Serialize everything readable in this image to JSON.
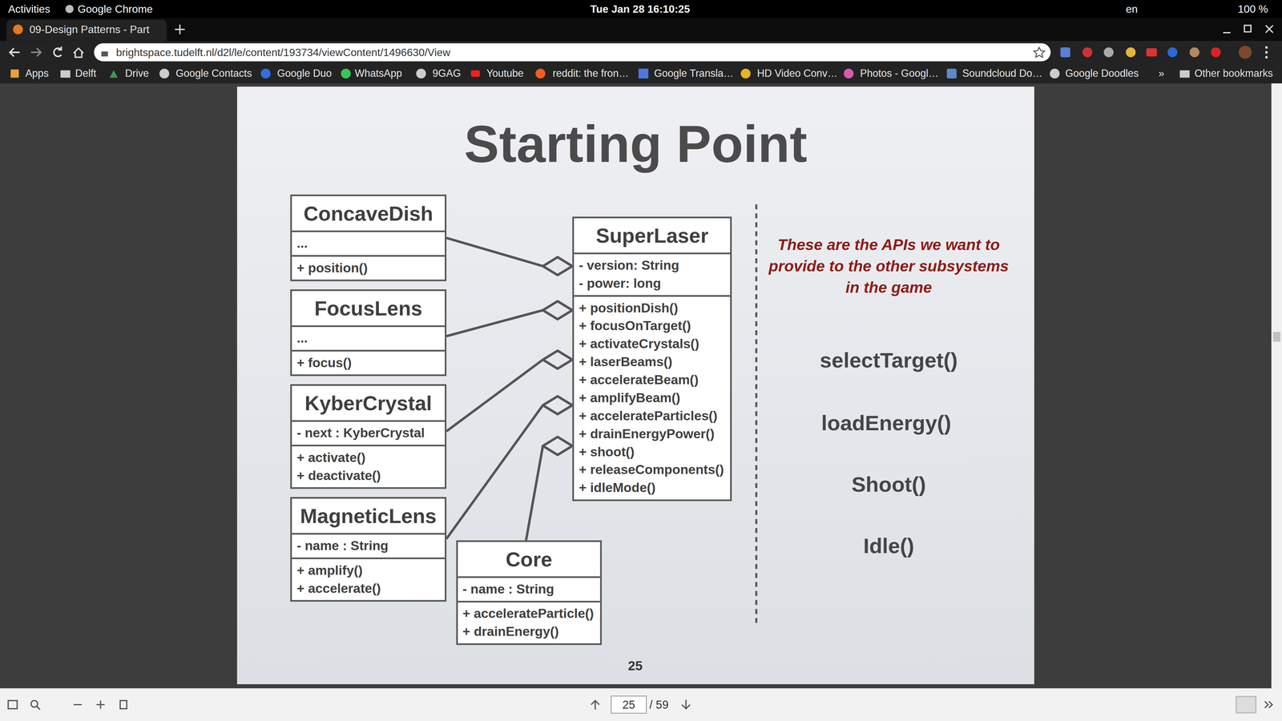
{
  "diagram": {
    "title": "Starting Point",
    "nodes": [
      {
        "text": [
          "ConcaveDish",
          "...",
          "+ position()"
        ]
      },
      {
        "text": [
          "FocusLens",
          "...",
          "+ focus()"
        ]
      },
      {
        "text": [
          "KyberCrystal",
          "- next : KyberCrystal",
          "+ activate()",
          "+ deactivate()"
        ]
      },
      {
        "text": [
          "MagneticLens",
          "- name : String",
          "+ amplify()",
          "+ accelerate()"
        ]
      },
      {
        "text": [
          "Core",
          "- name : String",
          "+ accelerateParticle()",
          "+ drainEnergy()"
        ]
      },
      {
        "text": [
          "SuperLaser",
          "- version: String",
          "- power: long",
          "+ positionDish()",
          "+ focusOnTarget()",
          "+ activateCrystals()",
          "+ laserBeams()",
          "+ accelerateBeam()",
          "+ amplifyBeam()",
          "+ accelerateParticles()",
          "+ drainEnergyPower()",
          "+ shoot()",
          "+ releaseComponents()",
          "+ idleMode()"
        ]
      }
    ],
    "edges": [
      {
        "from": 0,
        "to": 5,
        "arrow": "to"
      },
      {
        "from": 1,
        "to": 5,
        "arrow": "to"
      },
      {
        "from": 2,
        "to": 5,
        "arrow": "to"
      },
      {
        "from": 3,
        "to": 5,
        "arrow": "to"
      },
      {
        "from": 4,
        "to": 5,
        "arrow": "to"
      }
    ],
    "labels": [
      "Activities",
      "Google Chrome",
      "Tue Jan 28  16:10:25",
      "en",
      "100 %",
      "09-Design Patterns - Part",
      "brightspace.tudelft.nl/d2l/le/content/193734/viewContent/1496630/View",
      "Apps",
      "Delft",
      "Drive",
      "Google Contacts",
      "Google Duo",
      "WhatsApp",
      "9GAG",
      "Youtube",
      "reddit: the fron…",
      "Google Transla…",
      "HD Video Conv…",
      "Photos - Googl…",
      "Soundcloud Do…",
      "Google Doodles",
      "»",
      "Other bookmarks",
      "These are the APIs we want to provide to the other subsystems in the game",
      "selectTarget()",
      "loadEnergy()",
      "Shoot()",
      "Idle()",
      "25",
      "25",
      "/ 59"
    ]
  }
}
